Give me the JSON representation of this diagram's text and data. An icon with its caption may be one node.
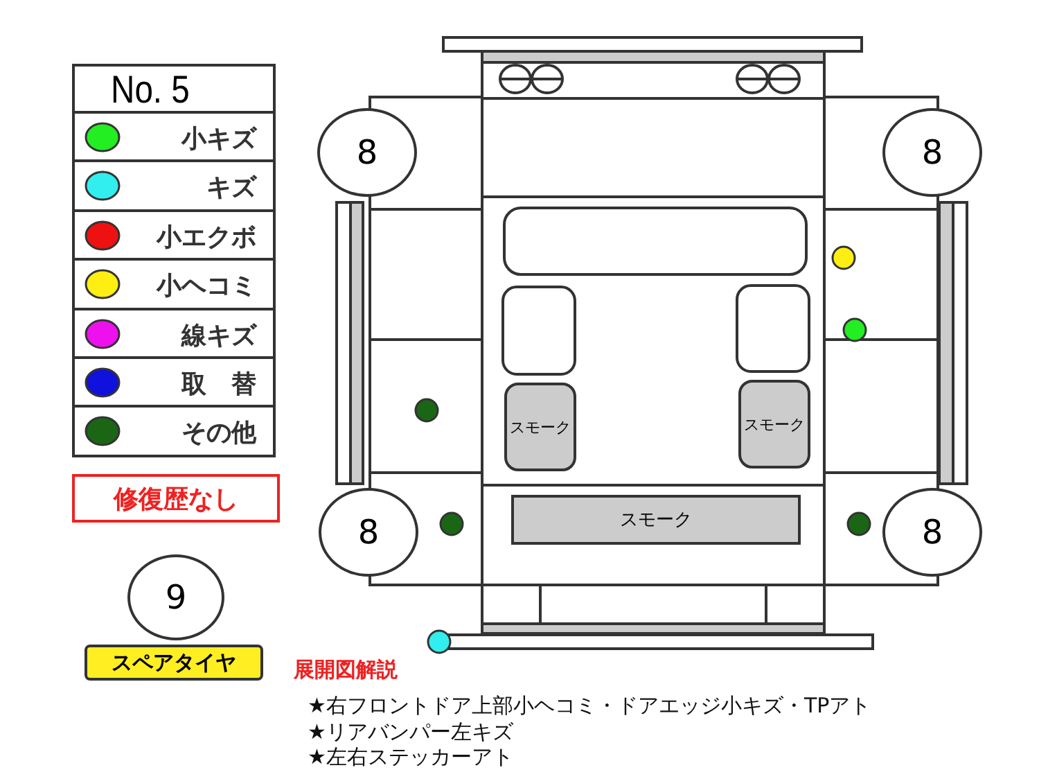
{
  "diagram": {
    "nodes": [
      {
        "text": [
          "修復歴なし"
        ]
      },
      {
        "text": [
          "8"
        ]
      },
      {
        "text": [
          "8"
        ]
      },
      {
        "text": [
          "8"
        ]
      },
      {
        "text": [
          "8"
        ]
      },
      {
        "text": [
          "9"
        ]
      },
      {
        "text": [
          "スペアタイヤ"
        ]
      },
      {
        "text": [
          "スモーク"
        ]
      },
      {
        "text": [
          "スモーク"
        ]
      },
      {
        "text": [
          "スモーク"
        ]
      }
    ],
    "labels": [
      "No. 5",
      "展開図解説",
      "★右フロントドア上部小ヘコミ・ドアエッジ小キズ・TPアト",
      "★リアバンパー左キズ",
      "★左右ステッカーアト"
    ],
    "legend": [
      {
        "text": "小キズ",
        "color": "#22ee22"
      },
      {
        "text": "キズ",
        "color": "#33eeee"
      },
      {
        "text": "小エクボ",
        "color": "#ee1111"
      },
      {
        "text": "小ヘコミ",
        "color": "#ffee11"
      },
      {
        "text": "線キズ",
        "color": "#ee11ee"
      },
      {
        "text": "取　替",
        "color": "#1111dd"
      },
      {
        "text": "その他",
        "color": "#1a6615"
      }
    ]
  }
}
